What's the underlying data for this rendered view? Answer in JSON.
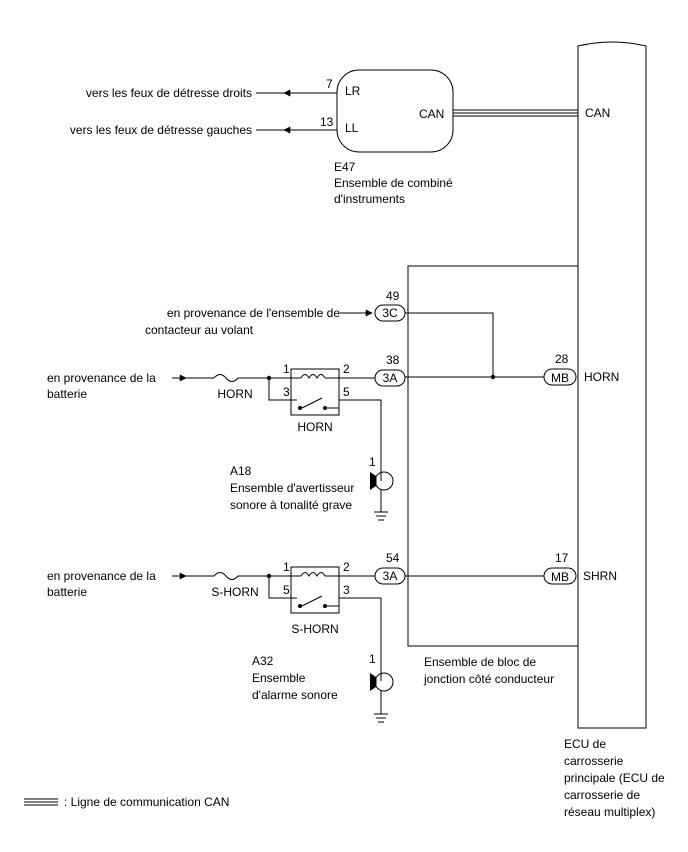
{
  "left_labels": {
    "hazard_right": "vers les feux de détresse droits",
    "hazard_left": "vers les feux de détresse gauches",
    "from_switch_1": "en provenance de l'ensemble de",
    "from_switch_2": "contacteur au volant",
    "from_battery_1": "en provenance de la",
    "from_battery_2": "batterie"
  },
  "combination_meter": {
    "pin_lr_num": "7",
    "pin_lr_label": "LR",
    "pin_ll_num": "13",
    "pin_ll_label": "LL",
    "can_label": "CAN",
    "id": "E47",
    "name_1": "Ensemble de combiné",
    "name_2": "d'instruments"
  },
  "junction_block": {
    "pin_49": "49",
    "conn_3c": "3C",
    "pin_38": "38",
    "conn_3a_top": "3A",
    "pin_54": "54",
    "conn_3a_bottom": "3A",
    "name_1": "Ensemble de bloc de",
    "name_2": "jonction côté conducteur"
  },
  "horn_relay": {
    "fuse_label": "HORN",
    "relay_label": "HORN",
    "pin_1": "1",
    "pin_2": "2",
    "pin_3": "3",
    "pin_5": "5"
  },
  "shorn_relay": {
    "fuse_label": "S-HORN",
    "relay_label": "S-HORN",
    "pin_1": "1",
    "pin_2": "2",
    "pin_5": "5",
    "pin_3": "3"
  },
  "low_horn": {
    "pin": "1",
    "id": "A18",
    "name_1": "Ensemble d'avertisseur",
    "name_2": "sonore à tonalité grave"
  },
  "alarm": {
    "pin": "1",
    "id": "A32",
    "name_1": "Ensemble",
    "name_2": "d'alarme sonore"
  },
  "ecu": {
    "can_label": "CAN",
    "pin_28": "28",
    "conn_mb_1": "MB",
    "horn_label": "HORN",
    "pin_17": "17",
    "conn_mb_2": "MB",
    "shrn_label": "SHRN",
    "name_1": "ECU de",
    "name_2": "carrosserie",
    "name_3": "principale (ECU de",
    "name_4": "carrosserie de",
    "name_5": "réseau multiplex)"
  },
  "legend": {
    "text": ": Ligne de communication CAN"
  }
}
